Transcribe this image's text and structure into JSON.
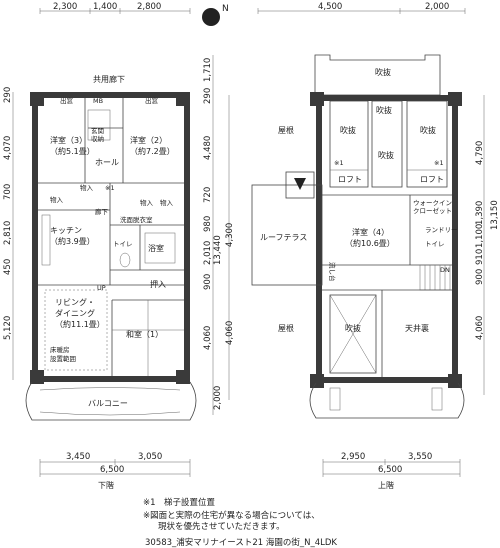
{
  "top_dims_left": [
    "2,300",
    "1,400",
    "2,800"
  ],
  "top_dims_right": [
    "4,500",
    "2,000"
  ],
  "left_dims": [
    "290",
    "4,070",
    "700",
    "2,810",
    "450",
    "5,120"
  ],
  "mid_dims_left": [
    "1,710",
    "290",
    "4,480",
    "720",
    "980",
    "2,010",
    "900",
    "4,060"
  ],
  "mid_dims_total": [
    "13,440",
    "4,300"
  ],
  "right_dims": [
    "4,790",
    "1,390",
    "1,100",
    "910",
    "900",
    "4,060",
    "2,000",
    "13,150"
  ],
  "bottom_dims_left": [
    "3,450",
    "3,050"
  ],
  "bottom_total_left": "6,500",
  "bottom_dims_right": [
    "2,950",
    "3,550"
  ],
  "bottom_total_right": "6,500",
  "floor_labels": {
    "lower": "下階",
    "upper": "上階"
  },
  "lower_rooms": {
    "corridor": "共用廊下",
    "mb1": "MB",
    "mb2": "出窓",
    "mb3": "出窓",
    "room3": "洋室（3）",
    "room3_size": "（約5.1畳）",
    "room2": "洋室（2）",
    "room2_size": "（約7.2畳）",
    "entrance": "玄関",
    "shoes": "収納",
    "hall": "ホール",
    "storage1": "物入",
    "storage2": "物入",
    "storage3": "物入",
    "storage4": "物入",
    "hallway": "廊下",
    "washroom": "洗面脱衣室",
    "kitchen": "キッチン",
    "kitchen_size": "（約3.9畳）",
    "toilet": "トイレ",
    "bath": "浴室",
    "closet": "押入",
    "living": "リビング・",
    "dining": "ダイニング",
    "living_size": "（約11.1畳）",
    "washitsu": "和室（1）",
    "floor_heat": "床暖房",
    "floor_heat2": "設置範囲",
    "balcony": "バルコニー",
    "up": "UP",
    "mark": "※1"
  },
  "upper_rooms": {
    "fukinuke_top": "吹抜",
    "fukinuke_a": "吹抜",
    "fukinuke_b": "吹抜",
    "fukinuke_c": "吹抜",
    "fukinuke_d": "吹抜",
    "loft1": "ロフト",
    "loft2": "ロフト",
    "mark1": "※1",
    "mark2": "※1",
    "roof1": "屋根",
    "roof2": "屋根",
    "roof_terrace": "ルーフテラス",
    "room4": "洋室（4）",
    "room4_size": "（約10.6畳）",
    "walkin": "ウォークイン",
    "walkin2": "クローゼット",
    "toilet": "トイレ",
    "lounge": "ランドリー",
    "sink": "流し台",
    "dn": "DN",
    "fukinuke_bottom": "吹抜",
    "tenjoura": "天井裏"
  },
  "compass": "N",
  "notes": [
    "※1　梯子設置位置",
    "※図面と実際の住宅が異なる場合については、",
    "現状を優先させていただきます。",
    "30583_浦安マリナイースト21 海園の街_N_4LDK"
  ]
}
